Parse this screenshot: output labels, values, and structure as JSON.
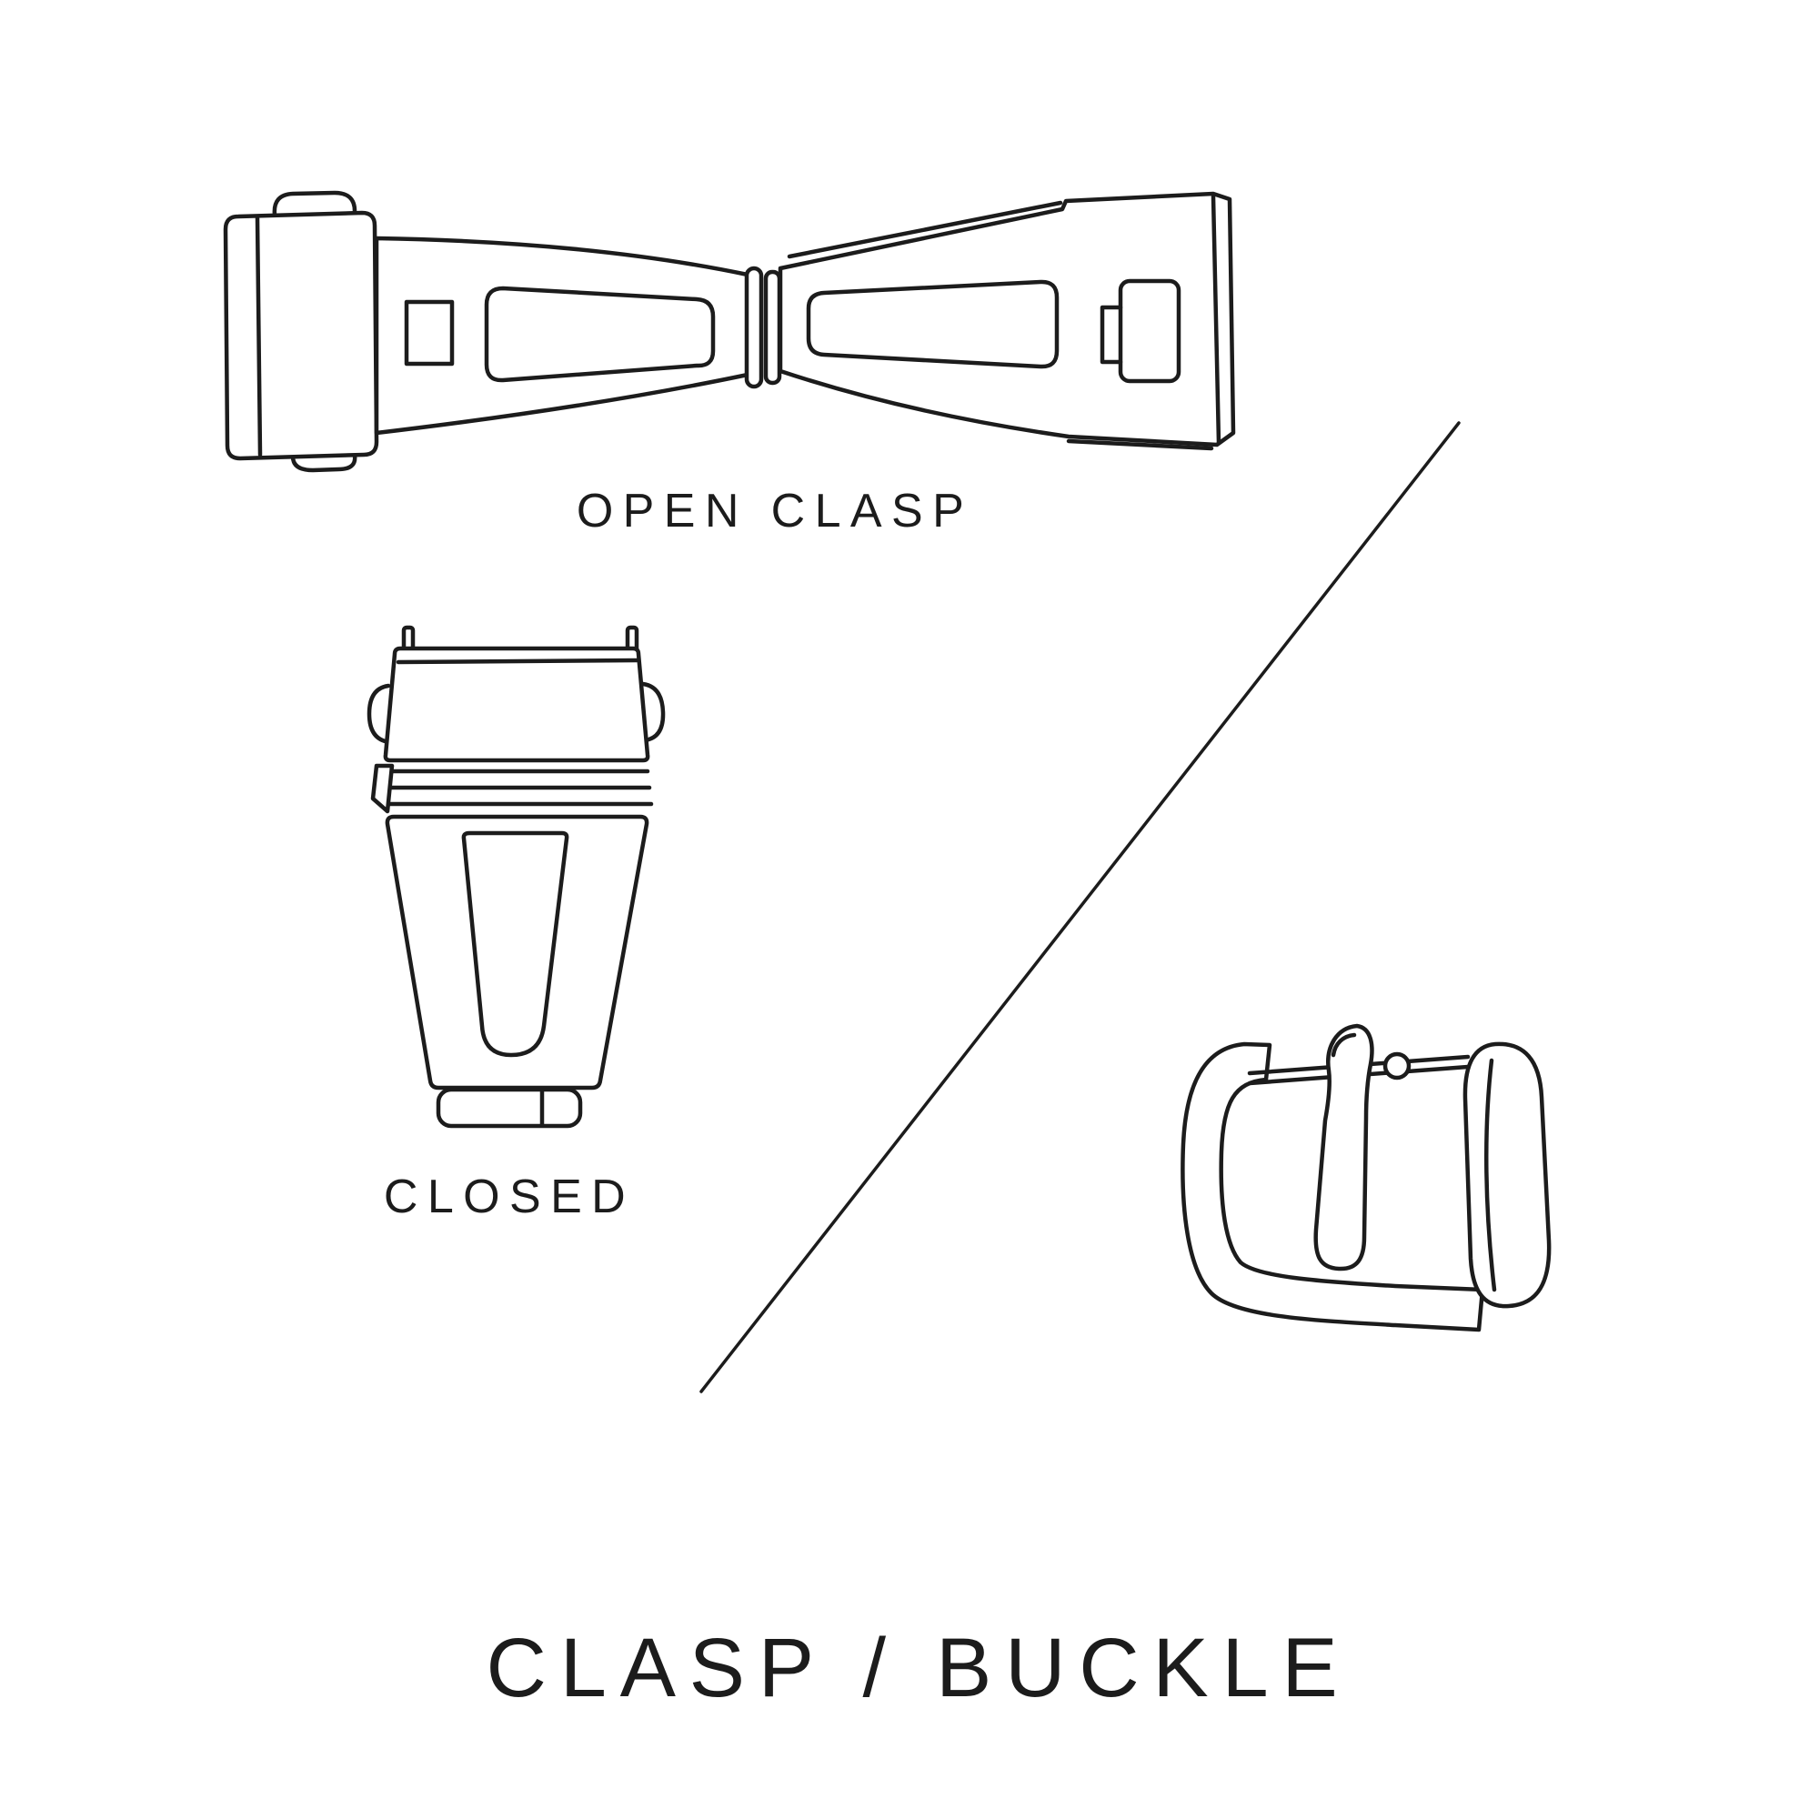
{
  "page": {
    "background": "#ffffff",
    "ink": "#1c1c1c"
  },
  "figures": {
    "open_clasp": {
      "label": "OPEN CLASP",
      "icon": "open-deployant-clasp-line-drawing"
    },
    "closed_clasp": {
      "label": "CLOSED",
      "icon": "closed-deployant-clasp-line-drawing"
    },
    "buckle": {
      "icon": "tang-buckle-line-drawing"
    }
  },
  "divider": {
    "icon": "diagonal-divider-line"
  },
  "title": "CLASP / BUCKLE"
}
